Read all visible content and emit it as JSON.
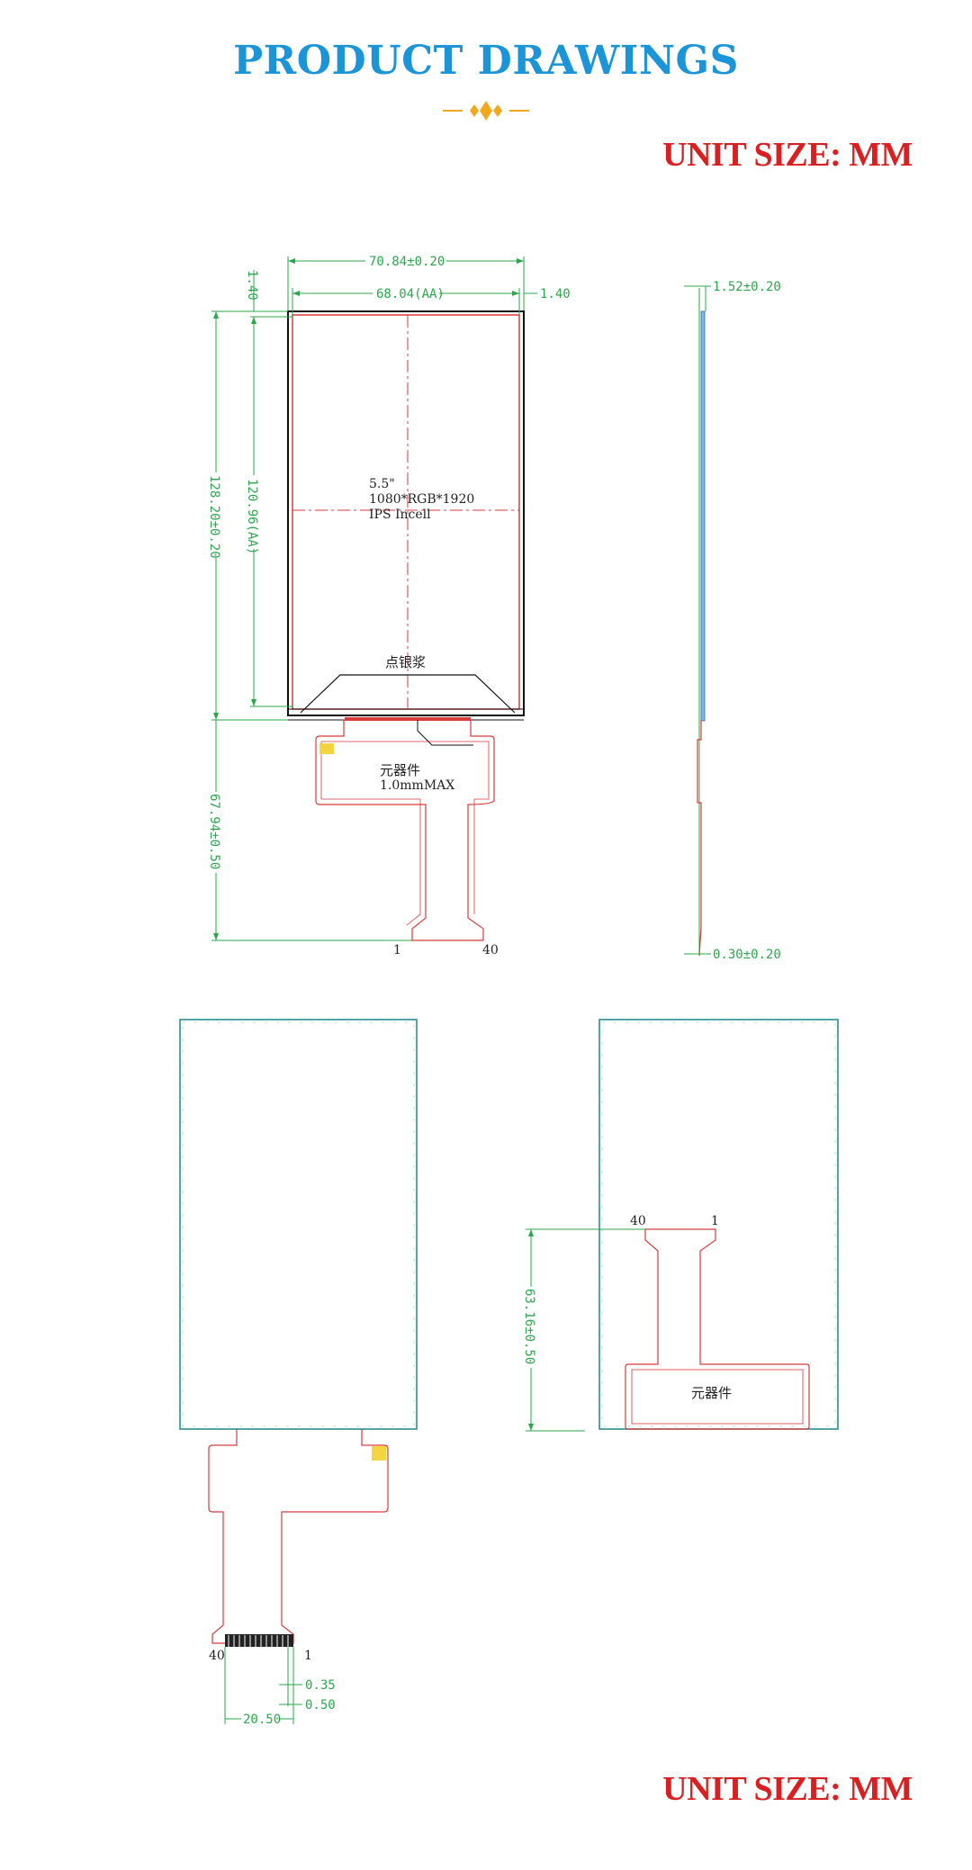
{
  "header": {
    "title": "PRODUCT DRAWINGS"
  },
  "unit_label": "UNIT SIZE: MM",
  "front_view": {
    "width_total": "70.84±0.20",
    "width_aa": "68.04(AA)",
    "side_margin_right": "1.40",
    "side_margin_top": "1.40",
    "height_total": "128.20±0.20",
    "height_aa": "120.96(AA)",
    "fpc_length": "67.94±0.50",
    "spec_line1": "5.5\"",
    "spec_line2": "1080*RGB*1920",
    "spec_line3": "IPS Incell",
    "silver_paste": "点银浆",
    "component": "元器件",
    "component_max": "1.0mmMAX",
    "pin_first": "1",
    "pin_last": "40"
  },
  "side_view": {
    "thickness": "1.52±0.20",
    "fpc_thickness": "0.30±0.20"
  },
  "back_view_left": {
    "pin_left": "40",
    "pin_right": "1",
    "pitch": "0.35",
    "pin_width": "0.50",
    "connector_width": "20.50"
  },
  "back_view_right": {
    "pin_left": "40",
    "pin_right": "1",
    "fpc_length": "63.16±0.50",
    "component": "元器件"
  },
  "colors": {
    "title": "#1b95d8",
    "unit": "#d91f1f",
    "dimension": "#2aa84a",
    "outline_red": "#d93a3a",
    "outline_teal": "#2a8f8f",
    "ornament": "#f2a81d"
  }
}
